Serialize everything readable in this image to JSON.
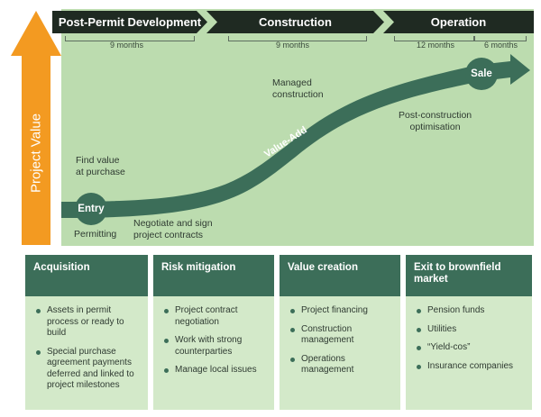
{
  "y_axis_label": "Project Value",
  "phases": [
    {
      "label": "Post-Permit Development"
    },
    {
      "label": "Construction"
    },
    {
      "label": "Operation"
    }
  ],
  "durations": [
    {
      "label": "9 months"
    },
    {
      "label": "9 months"
    },
    {
      "label": "12 months"
    },
    {
      "label": "6 months"
    }
  ],
  "curve": {
    "start_label": "Entry",
    "end_label": "Sale",
    "arrow_text": "Value-Add"
  },
  "annotations": [
    {
      "line1": "Find value",
      "line2": "at purchase"
    },
    {
      "line1": "Permitting",
      "line2": ""
    },
    {
      "line1": "Negotiate and sign",
      "line2": "project contracts"
    },
    {
      "line1": "Managed",
      "line2": "construction"
    },
    {
      "line1": "Post-construction",
      "line2": "optimisation"
    }
  ],
  "cards": [
    {
      "title": "Acquisition",
      "items": [
        "Assets in permit process or ready to build",
        "Special purchase agreement payments deferred and linked to project milestones"
      ]
    },
    {
      "title": "Risk mitigation",
      "items": [
        "Project contract negotiation",
        "Work with strong counterparties",
        "Manage local issues"
      ]
    },
    {
      "title": "Value creation",
      "items": [
        "Project financing",
        "Construction management",
        "Operations management"
      ]
    },
    {
      "title": "Exit to brownfield market",
      "items": [
        "Pension funds",
        "Utilities",
        "“Yield-cos”",
        "Insurance companies"
      ]
    }
  ],
  "colors": {
    "dark_green": "#3c6e59",
    "light_green": "#bcdcaf",
    "card_bg": "#d3e9c9",
    "orange": "#f39a21",
    "phase_bar": "#1f2a22"
  }
}
